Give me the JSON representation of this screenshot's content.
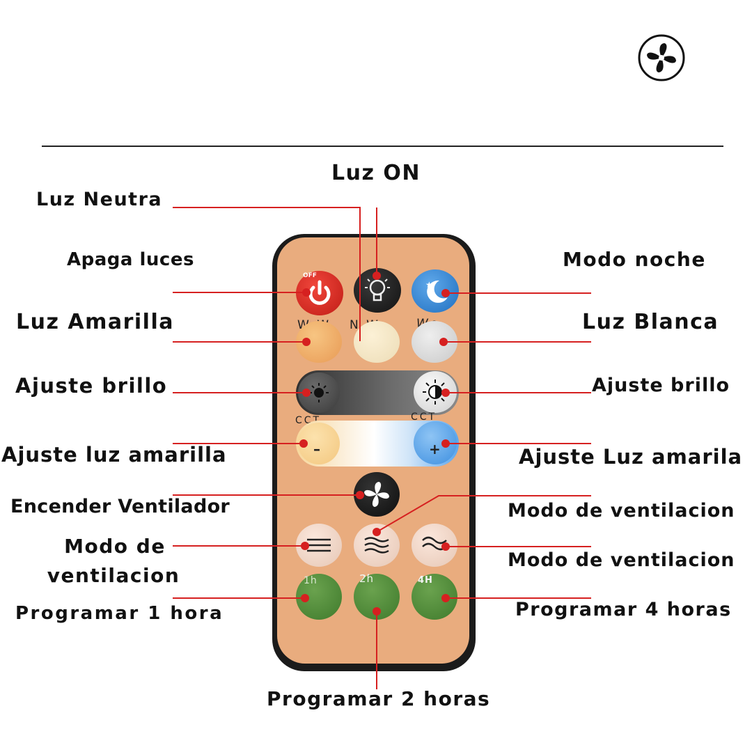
{
  "header": {
    "logo_icon": "fan-icon"
  },
  "colors": {
    "accent_line": "#d62020",
    "remote_body": "#e9ac7e",
    "remote_border": "#1b1b1b",
    "off_button": "#d42a22",
    "night_button": "#2f86d6",
    "timer_button": "#4f8a3a"
  },
  "labels": {
    "light_on": "Luz ON",
    "neutral_light": "Luz Neutra",
    "lights_off": "Apaga luces",
    "night_mode": "Modo noche",
    "yellow_light": "Luz Amarilla",
    "white_light": "Luz Blanca",
    "brightness_left": "Ajuste brillo",
    "brightness_right": "Ajuste brillo",
    "yellow_adjust_left": "Ajuste luz amarilla",
    "yellow_adjust_right": "Ajuste Luz amarila",
    "fan_on": "Encender Ventilador",
    "fan_mode_left_1": "Modo de",
    "fan_mode_left_2": "ventilacion",
    "fan_mode_right_1": "Modo de ventilacion",
    "fan_mode_right_2": "Modo de ventilacion",
    "timer_1h": "Programar 1 hora",
    "timer_2h": "Programar 2 horas",
    "timer_4h": "Programar 4 horas"
  },
  "remote": {
    "off_text": "OFF",
    "ww": "W W",
    "nw": "N W",
    "wo": "Wo",
    "cct_left": "CCT",
    "cct_right": "CCT",
    "minus": "–",
    "plus": "+",
    "timer_1h": "1h",
    "timer_2h": "2h",
    "timer_4h": "4H"
  }
}
